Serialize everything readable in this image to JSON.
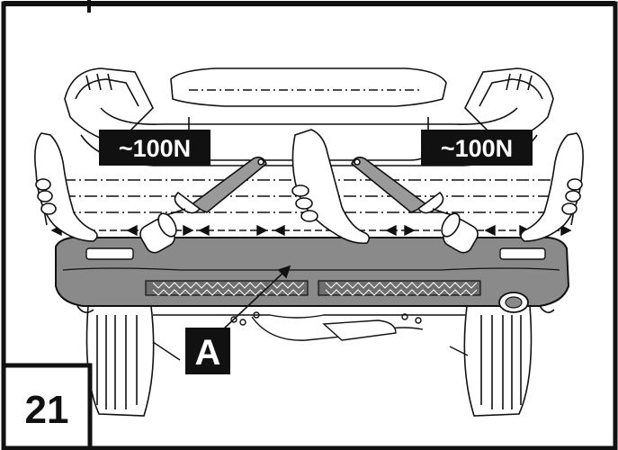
{
  "callouts": {
    "force_left": "~100N",
    "force_right": "~100N",
    "part_label": "A"
  },
  "step": {
    "number": "21"
  },
  "colors": {
    "ink": "#111111",
    "bumper_fill": "#8a8a8a",
    "bumper_shadow": "#6e6e6e",
    "tool_fill": "#9a9a9a",
    "label_bg": "#111111",
    "label_text": "#ffffff"
  },
  "icons": {
    "arrows": "double-headed-arrow-icon",
    "tool": "roller-tool-icon",
    "hand": "hand-icon"
  }
}
